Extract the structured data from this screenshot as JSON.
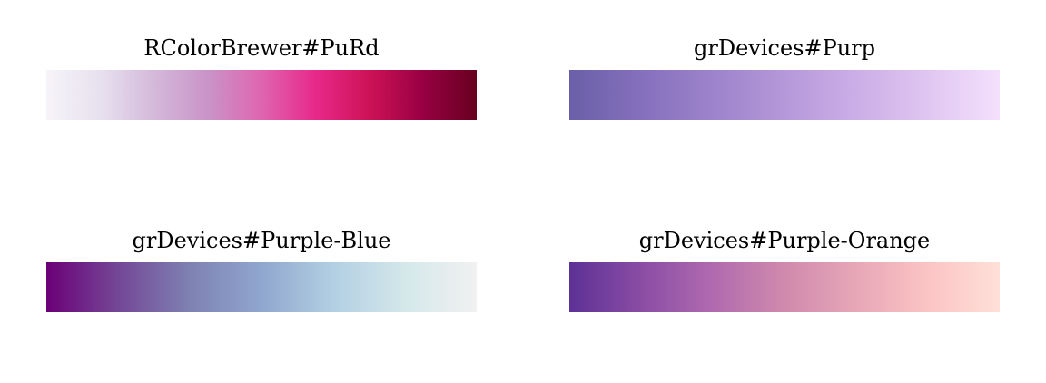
{
  "palettes": [
    {
      "title": "RColorBrewer#PuRd",
      "colors": [
        "#f7f4f9",
        "#e7e1ef",
        "#d4b9da",
        "#c994c7",
        "#df65b0",
        "#e7298a",
        "#ce1256",
        "#980043",
        "#67001f"
      ]
    },
    {
      "title": "grDevices#Purp",
      "colors": [
        "#6a5fa8",
        "#8a73c0",
        "#a68bd0",
        "#c3a5e2",
        "#dbc1ef",
        "#f4e0fd"
      ]
    },
    {
      "title": "grDevices#Purple-Blue",
      "colors": [
        "#6b0077",
        "#744796",
        "#7e81b3",
        "#90a7ce",
        "#b2cfe3",
        "#d4e8ea",
        "#f1f1f1"
      ]
    },
    {
      "title": "grDevices#Purple-Orange",
      "colors": [
        "#5d3196",
        "#8a4da4",
        "#b06aaf",
        "#cf8aad",
        "#e7a7b7",
        "#fbc4c4",
        "#ffe0d8"
      ]
    }
  ]
}
